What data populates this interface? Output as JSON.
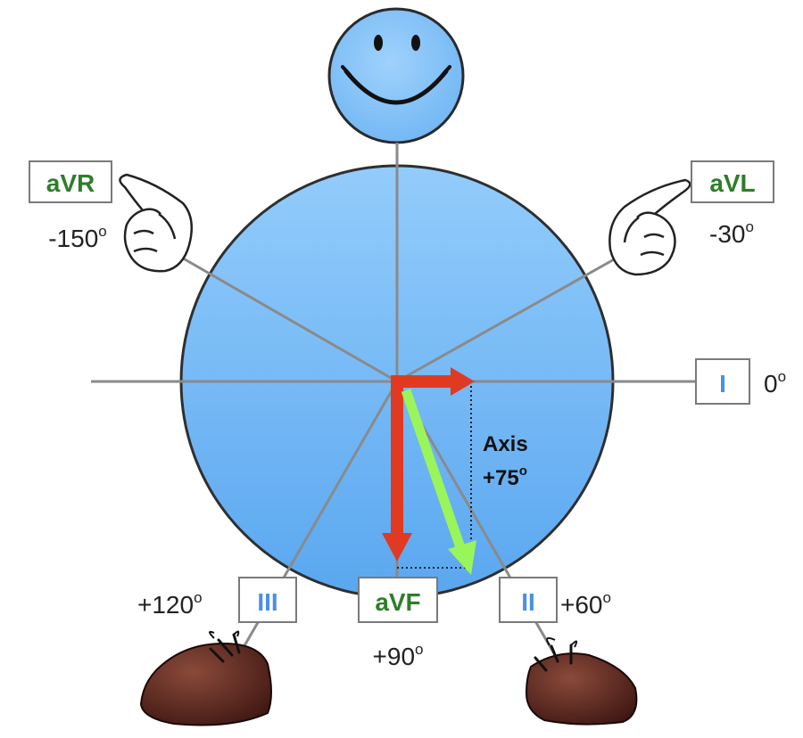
{
  "leads": {
    "aVR": {
      "name": "aVR",
      "angle": "-150",
      "degree_mark": "o"
    },
    "aVL": {
      "name": "aVL",
      "angle": "-30",
      "degree_mark": "o"
    },
    "I": {
      "name": "I",
      "angle": "0",
      "degree_mark": "o"
    },
    "II": {
      "name": "II",
      "angle": "+60",
      "degree_mark": "o"
    },
    "aVF": {
      "name": "aVF",
      "angle": "+90",
      "degree_mark": "o"
    },
    "III": {
      "name": "III",
      "angle": "+120",
      "degree_mark": "o"
    }
  },
  "axis": {
    "label": "Axis",
    "value": "+75",
    "degree_mark": "o"
  },
  "colors": {
    "circle_fill_top": "#8fcafa",
    "circle_fill_bottom": "#5aa9f0",
    "augmented_lead_text": "#2f7d2a",
    "limb_lead_text": "#4a90e2",
    "component_arrow": "#e03a22",
    "axis_arrow": "#9af55a",
    "face": "#7fbdf5"
  },
  "decorations": [
    "smiley-face",
    "pointing-hand-left",
    "pointing-hand-right",
    "brown-shoe-left",
    "brown-shoe-right"
  ]
}
